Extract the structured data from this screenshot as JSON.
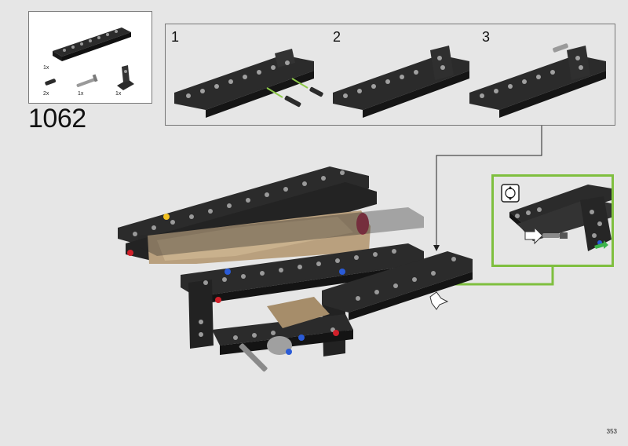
{
  "parts_list": {
    "items": [
      {
        "name": "beam-frame",
        "qty": "1x"
      },
      {
        "name": "axle-pin",
        "qty": "2x"
      },
      {
        "name": "axle-with-stop",
        "qty": "1x"
      },
      {
        "name": "angle-connector",
        "qty": "1x"
      }
    ]
  },
  "step_number": "1062",
  "sub_steps": [
    "1",
    "2",
    "3"
  ],
  "callout": {
    "icon": "rotate-view-icon"
  },
  "colors": {
    "callout_border": "#7fbf3f",
    "arrow_green": "#8ec94a",
    "beam_black": "#2b2b2b",
    "tan": "#b9a07e"
  },
  "page_number": "353"
}
